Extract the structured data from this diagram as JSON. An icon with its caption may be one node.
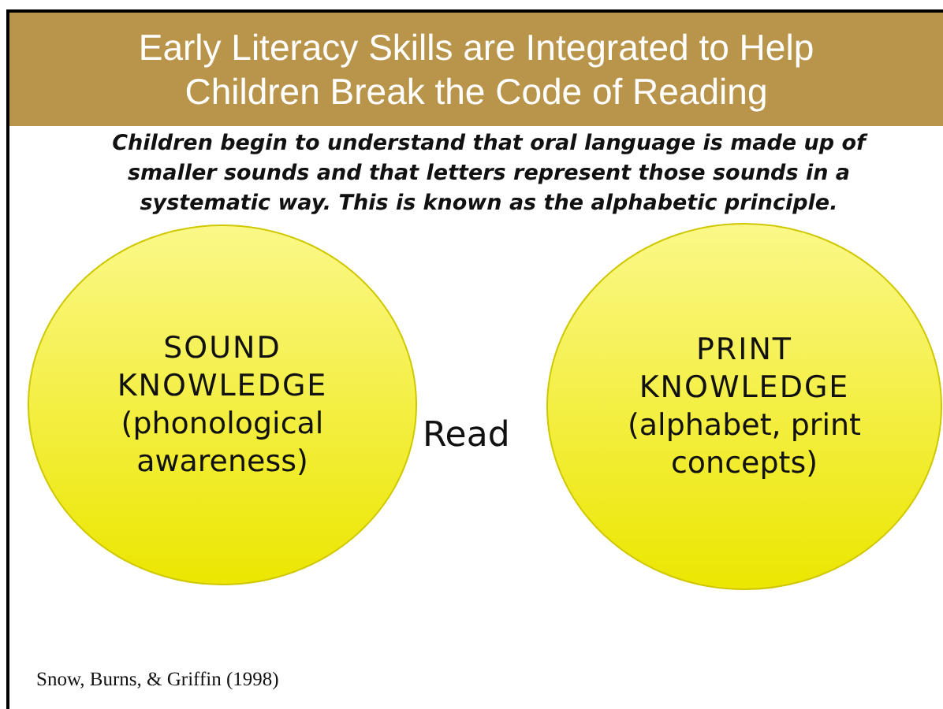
{
  "diagram": {
    "title": "Early Literacy Skills are Integrated to Help Children Break the Code of Reading",
    "nodes": [
      {
        "text": [
          "SOUND KNOWLEDGE",
          "(phonological awareness)"
        ]
      },
      {
        "text": [
          "PRINT KNOWLEDGE",
          "(alphabet, print concepts)"
        ]
      }
    ],
    "labels": [
      "Children begin to understand that oral language is made up of smaller sounds and that letters represent those sounds in a systematic way. This is known as the alphabetic principle.",
      "Read",
      "Snow, Burns, & Griffin (1998)"
    ]
  }
}
